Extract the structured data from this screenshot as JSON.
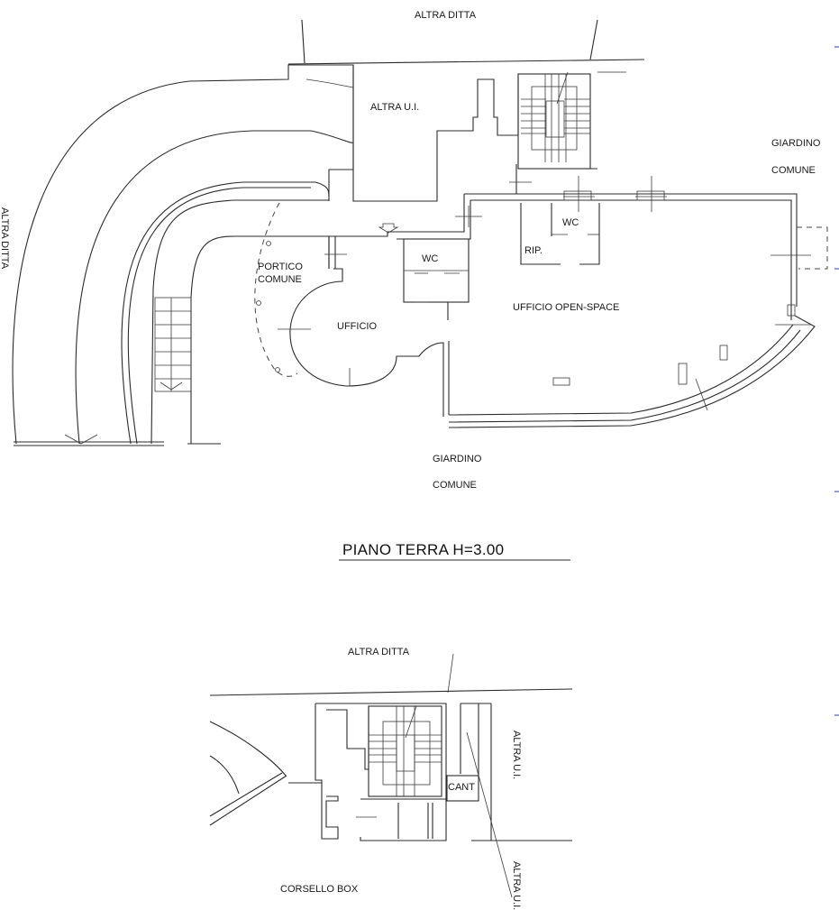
{
  "drawing": {
    "ground_floor": {
      "title": "PIANO TERRA H=3.00",
      "labels": {
        "top_neighbor": "ALTRA DITTA",
        "left_neighbor": "ALTRA DITTA",
        "other_unit": "ALTRA U.I.",
        "garden_right_1": "GIARDINO",
        "garden_right_2": "COMUNE",
        "portico_1": "PORTICO",
        "portico_2": "COMUNE",
        "office": "UFFICIO",
        "wc_left": "WC",
        "wc_right": "WC",
        "storage": "RIP.",
        "open_space": "UFFICIO OPEN-SPACE",
        "garden_bottom_1": "GIARDINO",
        "garden_bottom_2": "COMUNE"
      }
    },
    "basement": {
      "labels": {
        "top_neighbor": "ALTRA DITTA",
        "other_unit_right": "ALTRA U.I.",
        "other_unit_bottom": "ALTRA U.I.",
        "cellar": "CANT",
        "driveway": "CORSELLO BOX"
      }
    }
  }
}
